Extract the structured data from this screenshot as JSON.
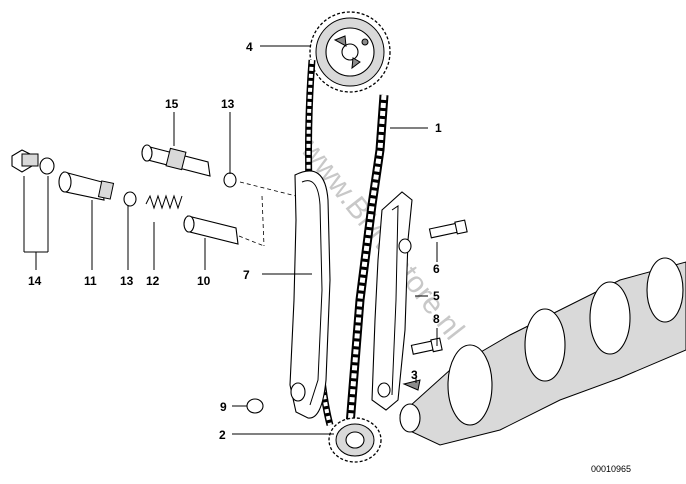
{
  "diagram": {
    "labels": [
      "1",
      "2",
      "3",
      "4",
      "5",
      "6",
      "7",
      "8",
      "9",
      "10",
      "11",
      "12",
      "13",
      "13",
      "14",
      "15"
    ],
    "watermark": "www.BMWstore.nl",
    "drawing_code": "00010965"
  }
}
